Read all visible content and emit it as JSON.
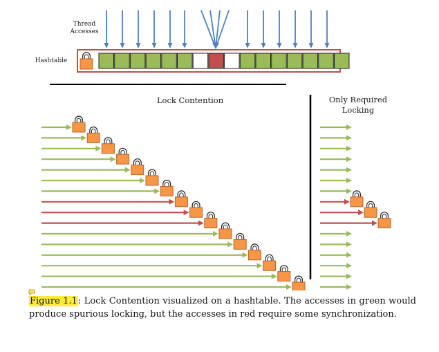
{
  "labels": {
    "thread_accesses": "Thread Accesses",
    "hashtable": "Hashtable",
    "lock_contention": "Lock Contention",
    "only_required_locking": "Only Required Locking"
  },
  "hashtable": {
    "cells": [
      "green",
      "green",
      "green",
      "green",
      "green",
      "green",
      "white",
      "red",
      "white",
      "green",
      "green",
      "green",
      "green",
      "green",
      "green",
      "green"
    ]
  },
  "lock_contention": {
    "rows": [
      "green",
      "green",
      "green",
      "green",
      "green",
      "green",
      "green",
      "red",
      "red",
      "red",
      "green",
      "green",
      "green",
      "green",
      "green",
      "green"
    ]
  },
  "only_required": {
    "rows": [
      "green",
      "green",
      "green",
      "green",
      "green",
      "green",
      "green",
      "red",
      "red",
      "red",
      "green",
      "green",
      "green",
      "green",
      "green",
      "green"
    ]
  },
  "caption": {
    "label": "Figure 1.1",
    "text": ": Lock Contention visualized on a hashtable. The accesses in green would produce spurious locking, but the accesses in red require some synchronization."
  },
  "colors": {
    "green": "#9bbb59",
    "red": "#c0504d",
    "blue": "#4f81bd",
    "lock": "#f79646",
    "highlight": "#ffeb3b"
  }
}
